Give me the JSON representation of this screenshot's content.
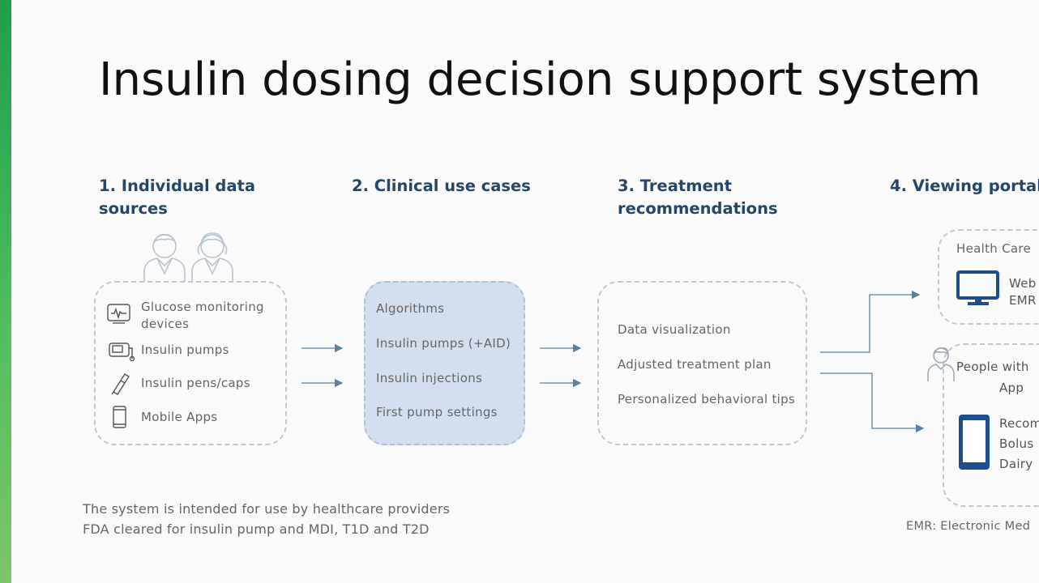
{
  "title": "Insulin dosing decision support system",
  "columns": [
    {
      "heading_line1": "1. Individual data",
      "heading_line2": "sources"
    },
    {
      "heading_line1": "2. Clinical use cases",
      "heading_line2": ""
    },
    {
      "heading_line1": "3. Treatment",
      "heading_line2": "recommendations"
    },
    {
      "heading_line1": "4. Viewing portal",
      "heading_line2": ""
    }
  ],
  "data_sources": {
    "items": [
      {
        "line1": "Glucose monitoring",
        "line2": "devices",
        "icon": "cgm-monitor-icon"
      },
      {
        "line1": "Insulin pumps",
        "line2": "",
        "icon": "insulin-pump-icon"
      },
      {
        "line1": "Insulin pens/caps",
        "line2": "",
        "icon": "insulin-pen-icon"
      },
      {
        "line1": "Mobile Apps",
        "line2": "",
        "icon": "mobile-phone-icon"
      }
    ]
  },
  "clinical_use_cases": {
    "items": [
      "Algorithms",
      "Insulin pumps (+AID)",
      "Insulin injections",
      "First pump settings"
    ]
  },
  "treatment_recommendations": {
    "items": [
      "Data visualization",
      "Adjusted treatment plan",
      "Personalized behavioral tips"
    ]
  },
  "viewing_portal": {
    "hcp": {
      "label": "Health Care",
      "line1": "Web",
      "line2": "EMR"
    },
    "people": {
      "label_line1": "People with",
      "label_line2": "App",
      "line1": "Recom",
      "line2": "Bolus",
      "line3": "Dairy"
    }
  },
  "notes": {
    "line1": "The system is intended for use by healthcare providers",
    "line2": "FDA cleared for insulin pump and MDI, T1D and T2D"
  },
  "footnote": "EMR: Electronic Med",
  "colors": {
    "heading": "#24476b",
    "filled_box": "#d3dfee",
    "arrow": "#5b7fa8",
    "device": "#1f4e8c",
    "accent_strip": "#3cb25a"
  }
}
